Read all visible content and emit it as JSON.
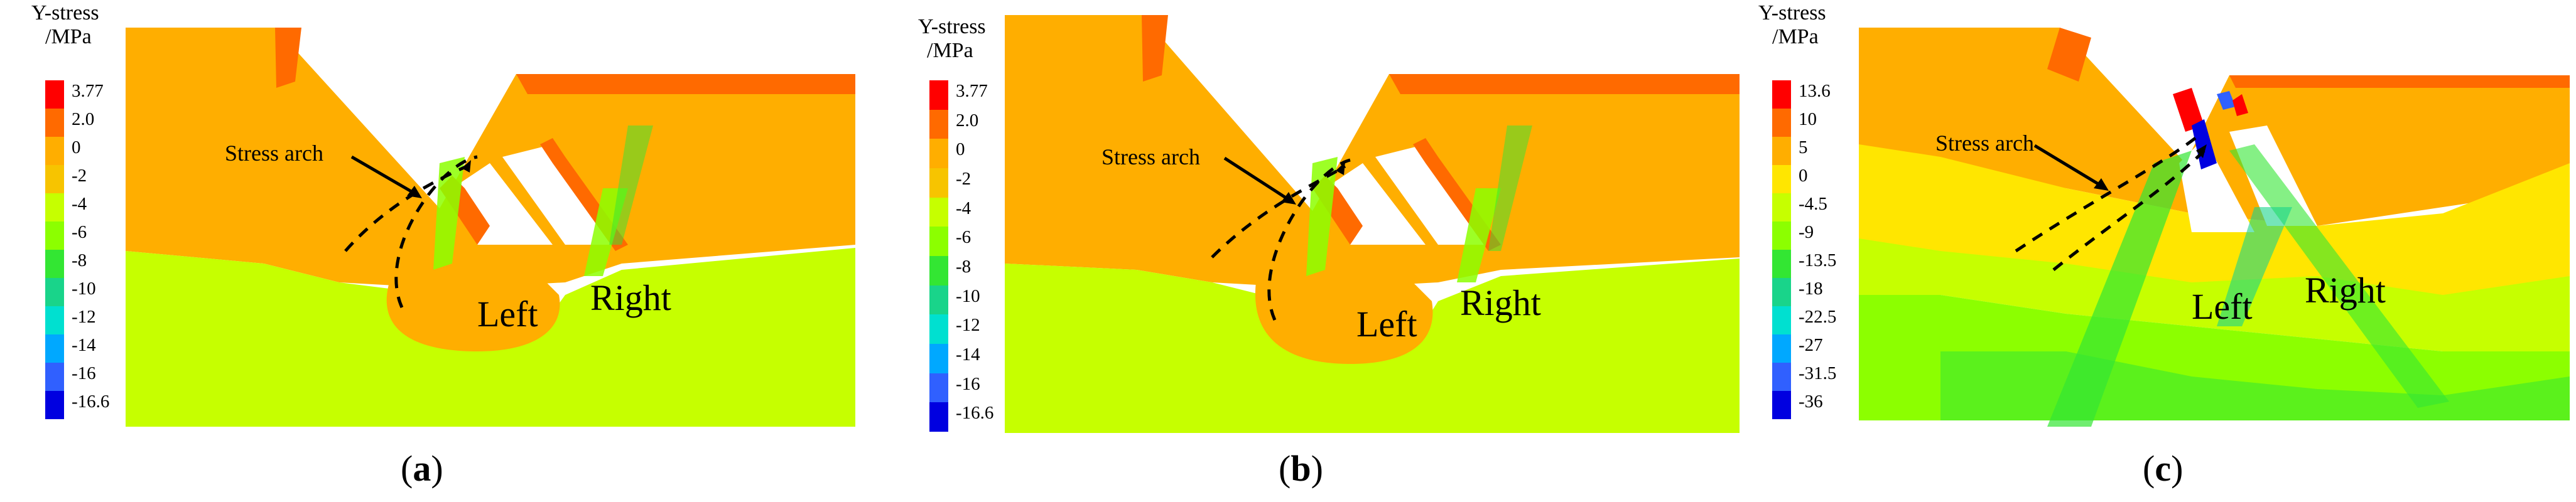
{
  "panels": [
    {
      "id": "a",
      "caption_open": "(",
      "caption_letter": "a",
      "caption_close": ")",
      "legend_title_line1": "Y-stress",
      "legend_title_line2": "/MPa",
      "legend": [
        {
          "label": "3.77",
          "color": "#ff0000"
        },
        {
          "label": "2.0",
          "color": "#ff6a00"
        },
        {
          "label": "0",
          "color": "#ffae00"
        },
        {
          "label": "-2",
          "color": "#f7c400"
        },
        {
          "label": "-4",
          "color": "#c6ff00"
        },
        {
          "label": "-6",
          "color": "#8cff00"
        },
        {
          "label": "-8",
          "color": "#33e633"
        },
        {
          "label": "-10",
          "color": "#19d48a"
        },
        {
          "label": "-12",
          "color": "#00e0d0"
        },
        {
          "label": "-14",
          "color": "#00a8ff"
        },
        {
          "label": "-16",
          "color": "#3060ff"
        },
        {
          "label": "-16.6",
          "color": "#0000e0"
        }
      ],
      "annotation": "Stress arch",
      "left_label": "Left",
      "right_label": "Right"
    },
    {
      "id": "b",
      "caption_open": "(",
      "caption_letter": "b",
      "caption_close": ")",
      "legend_title_line1": "Y-stress",
      "legend_title_line2": "/MPa",
      "legend": [
        {
          "label": "3.77",
          "color": "#ff0000"
        },
        {
          "label": "2.0",
          "color": "#ff6a00"
        },
        {
          "label": "0",
          "color": "#ffae00"
        },
        {
          "label": "-2",
          "color": "#f7c400"
        },
        {
          "label": "-4",
          "color": "#c6ff00"
        },
        {
          "label": "-6",
          "color": "#8cff00"
        },
        {
          "label": "-8",
          "color": "#33e633"
        },
        {
          "label": "-10",
          "color": "#19d48a"
        },
        {
          "label": "-12",
          "color": "#00e0d0"
        },
        {
          "label": "-14",
          "color": "#00a8ff"
        },
        {
          "label": "-16",
          "color": "#3060ff"
        },
        {
          "label": "-16.6",
          "color": "#0000e0"
        }
      ],
      "annotation": "Stress arch",
      "left_label": "Left",
      "right_label": "Right"
    },
    {
      "id": "c",
      "caption_open": "(",
      "caption_letter": "c",
      "caption_close": ")",
      "legend_title_line1": "Y-stress",
      "legend_title_line2": "/MPa",
      "legend": [
        {
          "label": "13.6",
          "color": "#ff0000"
        },
        {
          "label": "10",
          "color": "#ff6a00"
        },
        {
          "label": "5",
          "color": "#ffae00"
        },
        {
          "label": "0",
          "color": "#ffe600"
        },
        {
          "label": "-4.5",
          "color": "#c6ff00"
        },
        {
          "label": "-9",
          "color": "#8cff00"
        },
        {
          "label": "-13.5",
          "color": "#33e633"
        },
        {
          "label": "-18",
          "color": "#19d48a"
        },
        {
          "label": "-22.5",
          "color": "#00e0d0"
        },
        {
          "label": "-27",
          "color": "#00a8ff"
        },
        {
          "label": "-31.5",
          "color": "#3060ff"
        },
        {
          "label": "-36",
          "color": "#0000e0"
        }
      ],
      "annotation": "Stress arch",
      "left_label": "Left",
      "right_label": "Right"
    }
  ]
}
